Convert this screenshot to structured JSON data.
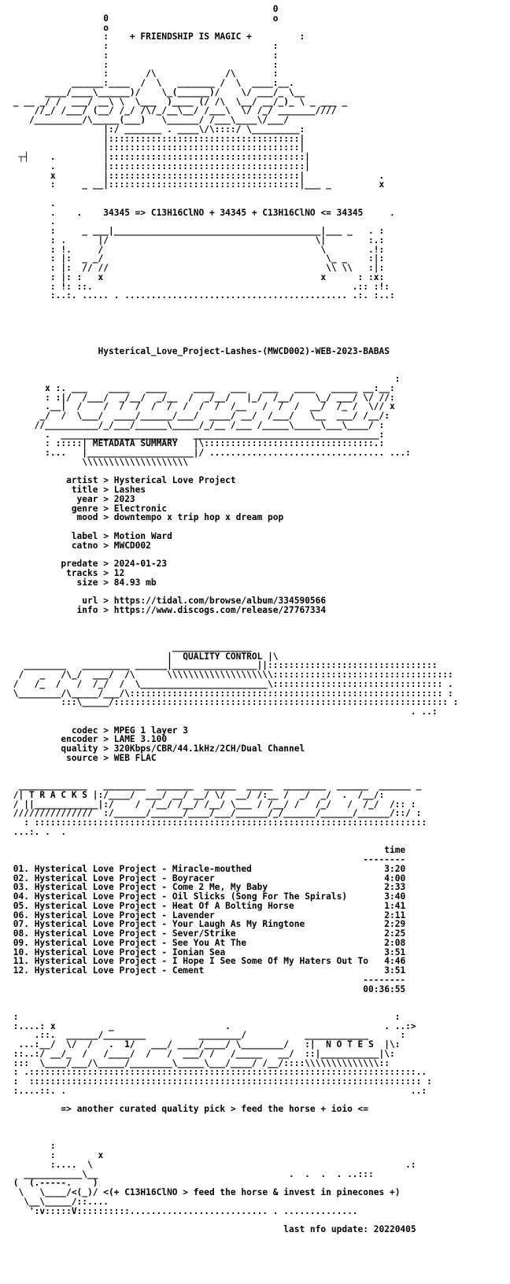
{
  "nfo": {
    "header_slogan": "+ FRIENDSHIP IS MAGIC +",
    "chem_line": "34345 => C13H16ClNO + 34345 + C13H16ClNO <= 34345",
    "release_name": "Hysterical_Love_Project-Lashes-(MWCD002)-WEB-2023-BABAS",
    "sections": {
      "metadata": "METADATA SUMMARY",
      "quality": "QUALITY CONTROL",
      "tracks": "T R A C K S",
      "notes": "N O T E S"
    },
    "metadata": [
      {
        "key": "artist",
        "value": "Hysterical Love Project"
      },
      {
        "key": "title",
        "value": "Lashes"
      },
      {
        "key": "year",
        "value": "2023"
      },
      {
        "key": "genre",
        "value": "Electronic"
      },
      {
        "key": "mood",
        "value": "downtempo x trip hop x dream pop"
      },
      {
        "key": "label",
        "value": "Motion Ward"
      },
      {
        "key": "catno",
        "value": "MWCD002"
      },
      {
        "key": "predate",
        "value": "2024-01-23"
      },
      {
        "key": "tracks",
        "value": "12"
      },
      {
        "key": "size",
        "value": "84.93 mb"
      },
      {
        "key": "url",
        "value": "https://tidal.com/browse/album/334590566"
      },
      {
        "key": "info",
        "value": "https://www.discogs.com/release/27767334"
      }
    ],
    "quality": [
      {
        "key": "codec",
        "value": "MPEG 1 layer 3"
      },
      {
        "key": "encoder",
        "value": "LAME 3.100"
      },
      {
        "key": "quality",
        "value": "320Kbps/CBR/44.1kHz/2CH/Dual Channel"
      },
      {
        "key": "source",
        "value": "WEB FLAC"
      }
    ],
    "tracks_header": "time",
    "tracks": [
      {
        "num": "01",
        "artist": "Hysterical Love Project",
        "title": "Miracle-mouthed",
        "time": "3:20"
      },
      {
        "num": "02",
        "artist": "Hysterical Love Project",
        "title": "Boyracer",
        "time": "4:00"
      },
      {
        "num": "03",
        "artist": "Hysterical Love Project",
        "title": "Come 2 Me, My Baby",
        "time": "2:33"
      },
      {
        "num": "04",
        "artist": "Hysterical Love Project",
        "title": "Oil Slicks (Song For The Spirals)",
        "time": "3:40"
      },
      {
        "num": "05",
        "artist": "Hysterical Love Project",
        "title": "Heat Of A Bolting Horse",
        "time": "1:41"
      },
      {
        "num": "06",
        "artist": "Hysterical Love Project",
        "title": "Lavender",
        "time": "2:11"
      },
      {
        "num": "07",
        "artist": "Hysterical Love Project",
        "title": "Your Laugh As My Ringtone",
        "time": "2:29"
      },
      {
        "num": "08",
        "artist": "Hysterical Love Project",
        "title": "Sever/Strike",
        "time": "2:25"
      },
      {
        "num": "09",
        "artist": "Hysterical Love Project",
        "title": "See You At The",
        "time": "2:08"
      },
      {
        "num": "10",
        "artist": "Hysterical Love Project",
        "title": "Ionian Sea",
        "time": "3:51"
      },
      {
        "num": "11",
        "artist": "Hysterical Love Project",
        "title": "I Hope I See Some Of My Haters Out To",
        "time": "4:46"
      },
      {
        "num": "12",
        "artist": "Hysterical Love Project",
        "title": "Cement",
        "time": "3:51"
      }
    ],
    "total_time": "00:36:55",
    "notes_line": "=> another curated quality pick > feed the horse + ioio <=",
    "footer_tagline": "<(+ C13H16ClNO > feed the horse & invest in pinecones +)",
    "last_update": "last nfo update: 20220405"
  }
}
